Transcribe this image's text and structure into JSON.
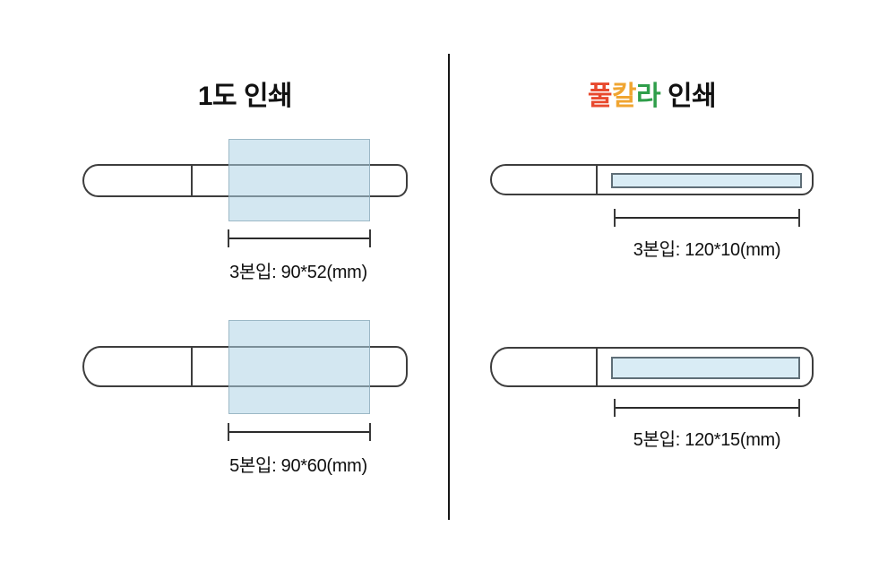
{
  "sections": {
    "left": {
      "title": "1도 인쇄",
      "diagrams": [
        {
          "name": "3-pack print area",
          "dimension_label": "3본입: 90*52(mm)"
        },
        {
          "name": "5-pack print area",
          "dimension_label": "5본입: 90*60(mm)"
        }
      ]
    },
    "right": {
      "title_parts": [
        {
          "text": "풀",
          "color": "#e8492e"
        },
        {
          "text": "칼",
          "color": "#f0a531"
        },
        {
          "text": "라",
          "color": "#2f9e4a"
        },
        {
          "text": " 인쇄",
          "color": "#111111"
        }
      ],
      "diagrams": [
        {
          "name": "3-pack print area",
          "dimension_label": "3본입: 120*10(mm)"
        },
        {
          "name": "5-pack print area",
          "dimension_label": "5본입: 120*15(mm)"
        }
      ]
    }
  },
  "colors": {
    "print_area_fill": "#d7e9f2",
    "print_bar_fill": "#d9ecf5",
    "pen_outline": "#3d3d3d",
    "section_divider": "#161616"
  }
}
